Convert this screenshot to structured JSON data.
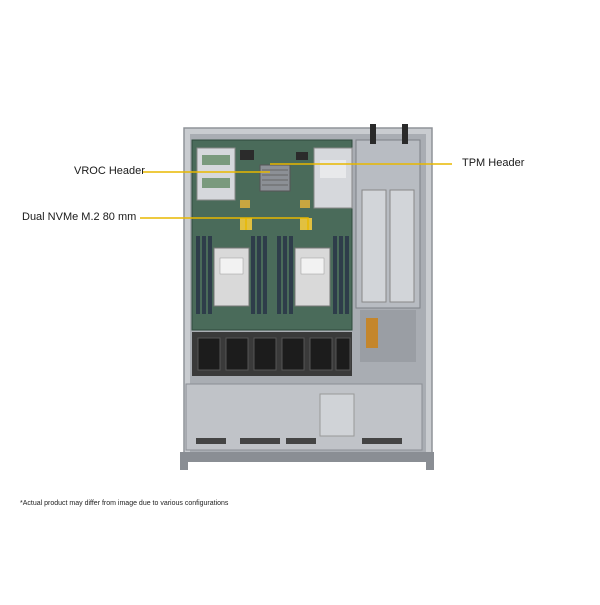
{
  "callouts": {
    "vroc": "VROC Header",
    "nvme": "Dual NVMe M.2 80 mm",
    "tpm": "TPM Header"
  },
  "disclaimer": "*Actual product may differ from image due to various configurations",
  "colors": {
    "leader_line": "#e8b800",
    "chassis": "#c9ccd0",
    "board": "#4a6b5a",
    "heatsink": "#d9d9d9",
    "fan": "#1c1c1c",
    "psu": "#b8bcc2"
  }
}
